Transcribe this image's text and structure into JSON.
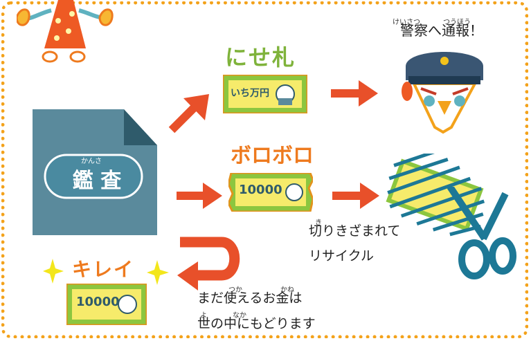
{
  "inspection": {
    "label": "鑑 査",
    "ruby": "かんさ"
  },
  "counterfeit": {
    "title": "にせ札",
    "bill_text": "いち万円",
    "action_text": "警察へ通報！",
    "ruby_keisatsu": "けいさつ",
    "ruby_tsuuhou": "つうほう"
  },
  "worn": {
    "title": "ボロボロ",
    "bill_text": "10000",
    "action_line1": "切りきざまれて",
    "action_line2": "リサイクル",
    "ruby_ki": "き"
  },
  "clean": {
    "title": "キレイ",
    "bill_text": "10000",
    "action_line1": "まだ使えるお金は",
    "action_line2": "世の中にもどります",
    "ruby_tsuka": "つか",
    "ruby_kane": "かね",
    "ruby_yo": "よ",
    "ruby_naka": "なか"
  },
  "colors": {
    "border": "#f3a21b",
    "arrow": "#e8502a",
    "doc": "#5a8a9c",
    "bill_green": "#8cc63f",
    "bill_yellow": "#f6eb6b",
    "title_green": "#7fb33b",
    "title_orange": "#ee7a1e",
    "scissors": "#1d7896",
    "police_cap": "#3a5673"
  }
}
